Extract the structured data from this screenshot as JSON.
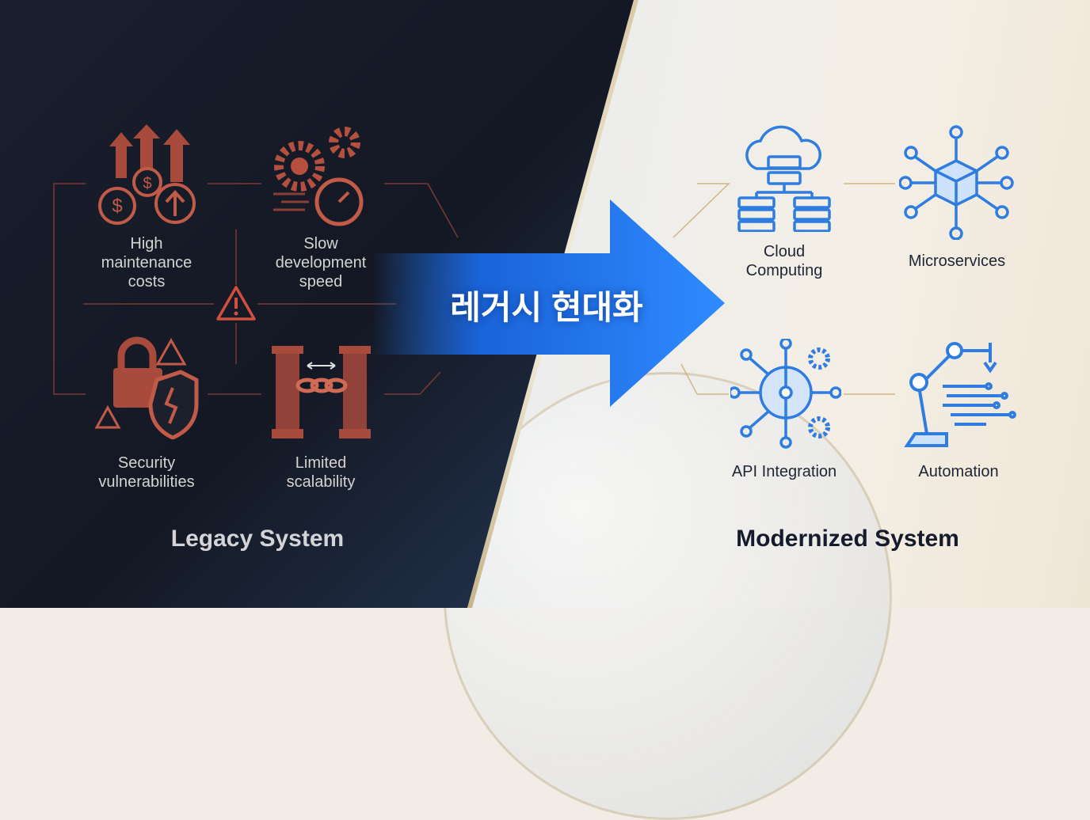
{
  "legacy": {
    "title": "Legacy System",
    "items": [
      {
        "label_lines": [
          "High",
          "maintenance",
          "costs"
        ],
        "icon": "rising-cost-icon"
      },
      {
        "label_lines": [
          "Slow",
          "development",
          "speed"
        ],
        "icon": "gears-stopwatch-icon"
      },
      {
        "label_lines": [
          "Security",
          "vulnerabilities"
        ],
        "icon": "broken-lock-shield-icon"
      },
      {
        "label_lines": [
          "Limited",
          "scalability"
        ],
        "icon": "chained-pillars-icon"
      }
    ],
    "center_icon": "warning-icon",
    "accent_color": "#b5503f"
  },
  "arrow": {
    "label": "레거시 현대화",
    "color": "#1e6fe6"
  },
  "modern": {
    "title": "Modernized System",
    "items": [
      {
        "label_lines": [
          "Cloud",
          "Computing"
        ],
        "icon": "cloud-servers-icon"
      },
      {
        "label_lines": [
          "Microservices"
        ],
        "icon": "microservices-cube-icon"
      },
      {
        "label_lines": [
          "API Integration"
        ],
        "icon": "api-gears-icon"
      },
      {
        "label_lines": [
          "Automation"
        ],
        "icon": "robot-arm-icon"
      }
    ],
    "accent_color": "#2f7de0"
  }
}
